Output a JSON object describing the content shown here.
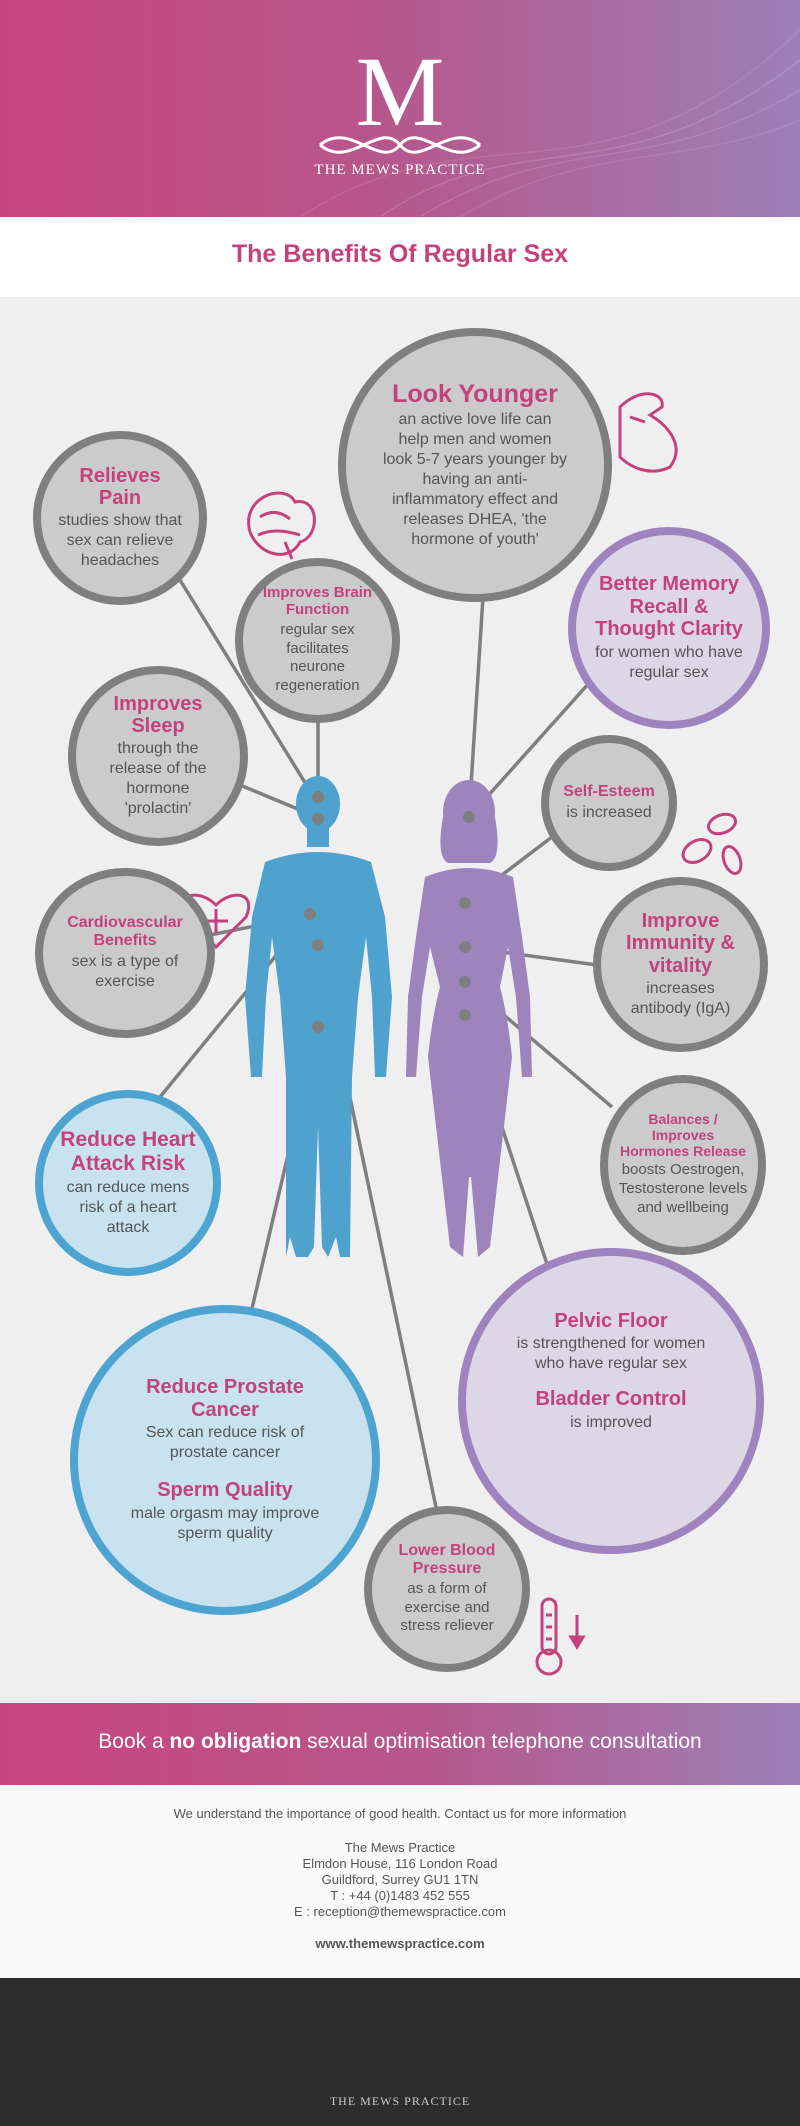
{
  "brand": {
    "name": "THE MEWS PRACTICE"
  },
  "title": "The Benefits Of Regular Sex",
  "benefits": {
    "look_younger": {
      "head": "Look Younger",
      "text": "an active love life can help men and women look 5-7 years younger by having an anti-inflammatory effect and releases DHEA, 'the hormone of youth'"
    },
    "relieves_pain": {
      "head": "Relieves Pain",
      "text": "studies show that sex can relieve headaches"
    },
    "brain": {
      "head": "Improves Brain Function",
      "text": "regular sex facilitates neurone regeneration"
    },
    "memory": {
      "head": "Better Memory Recall & Thought Clarity",
      "text": "for women who have regular sex"
    },
    "sleep": {
      "head": "Improves Sleep",
      "text": "through the release of the hormone 'prolactin'"
    },
    "esteem": {
      "head": "Self-Esteem",
      "text": "is increased"
    },
    "cardio": {
      "head": "Cardiovascular Benefits",
      "text": "sex is a type of exercise"
    },
    "immunity": {
      "head": "Improve Immunity & vitality",
      "text": "increases antibody (IgA)"
    },
    "heart": {
      "head": "Reduce Heart Attack Risk",
      "text": "can reduce mens risk of a heart attack"
    },
    "hormones": {
      "head": "Balances / Improves Hormones Release",
      "text": "boosts Oestrogen, Testosterone levels and wellbeing"
    },
    "pelvic": {
      "head": "Pelvic Floor",
      "text": "is strengthened  for women who have regular sex",
      "head2": "Bladder Control",
      "text2": "is improved"
    },
    "prostate": {
      "head": "Reduce Prostate Cancer",
      "text": "Sex can reduce risk of prostate cancer",
      "head2": "Sperm Quality",
      "text2": "male orgasm may improve sperm quality"
    },
    "blood_pressure": {
      "head": "Lower Blood Pressure",
      "text": "as a form of exercise and stress reliever"
    }
  },
  "cta": {
    "prefix": "Book a ",
    "bold": "no obligation",
    "suffix": " sexual optimisation telephone consultation"
  },
  "contact": {
    "intro": "We understand the importance of good health. Contact us for more information",
    "name": "The Mews Practice",
    "address1": "Elmdon House, 116 London Road",
    "address2": "Guildford, Surrey GU1 1TN",
    "phone": "T : +44 (0)1483 452 555",
    "email": "E : reception@themewspractice.com",
    "website": "www.themewspractice.com"
  },
  "colors": {
    "pink": "#c4427c",
    "purple": "#9f83bf",
    "blue": "#4ea4d0",
    "grey": "#7f7f80"
  },
  "icons": [
    "monogram-logo-icon",
    "brain-icon",
    "bicep-icon",
    "heart-plus-icon",
    "blood-cells-icon",
    "uterus-icon",
    "thermometer-icon",
    "arrow-down-icon"
  ]
}
